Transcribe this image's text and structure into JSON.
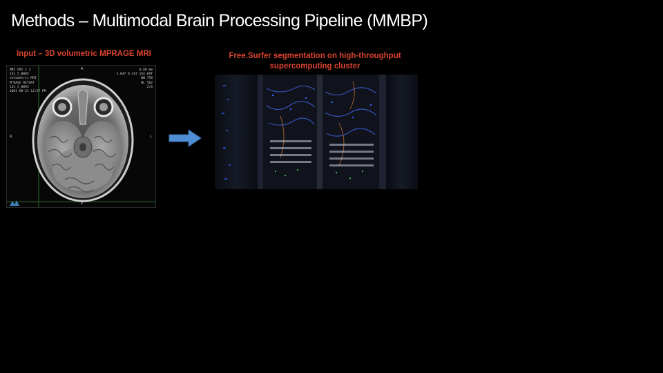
{
  "slide": {
    "title": "Methods – Multimodal Brain Processing Pipeline (MMBP)"
  },
  "left_panel": {
    "caption": "Input – 3D volumetric MPRAGE MRI",
    "overlay_left": [
      "MR2   FRI  1   2",
      "13C_5_0093",
      "volumetric MRI",
      "M^RAGE  RETOAT",
      "13C_5_0093",
      "2001-09-21  12:57 PM"
    ],
    "overlay_right": [
      "0.60 mm",
      "2.047  0.347  154.69T",
      "WW 758",
      "WL 502",
      "2/6"
    ],
    "orientation": {
      "top": "A",
      "left": "R",
      "right": "L",
      "bottom": "P"
    },
    "colors": {
      "caption": "#d9432f",
      "overlay_orange": "#e07a3a",
      "overlay_yellow": "#e2cf56",
      "crosshair": "#2f8a2f"
    }
  },
  "arrow": {
    "icon": "right-arrow-icon",
    "color": "#4f8ed6"
  },
  "right_panel": {
    "caption_line1": "Free.Surfer segmentation on high-throughput",
    "caption_line2": "supercomputing cluster"
  }
}
